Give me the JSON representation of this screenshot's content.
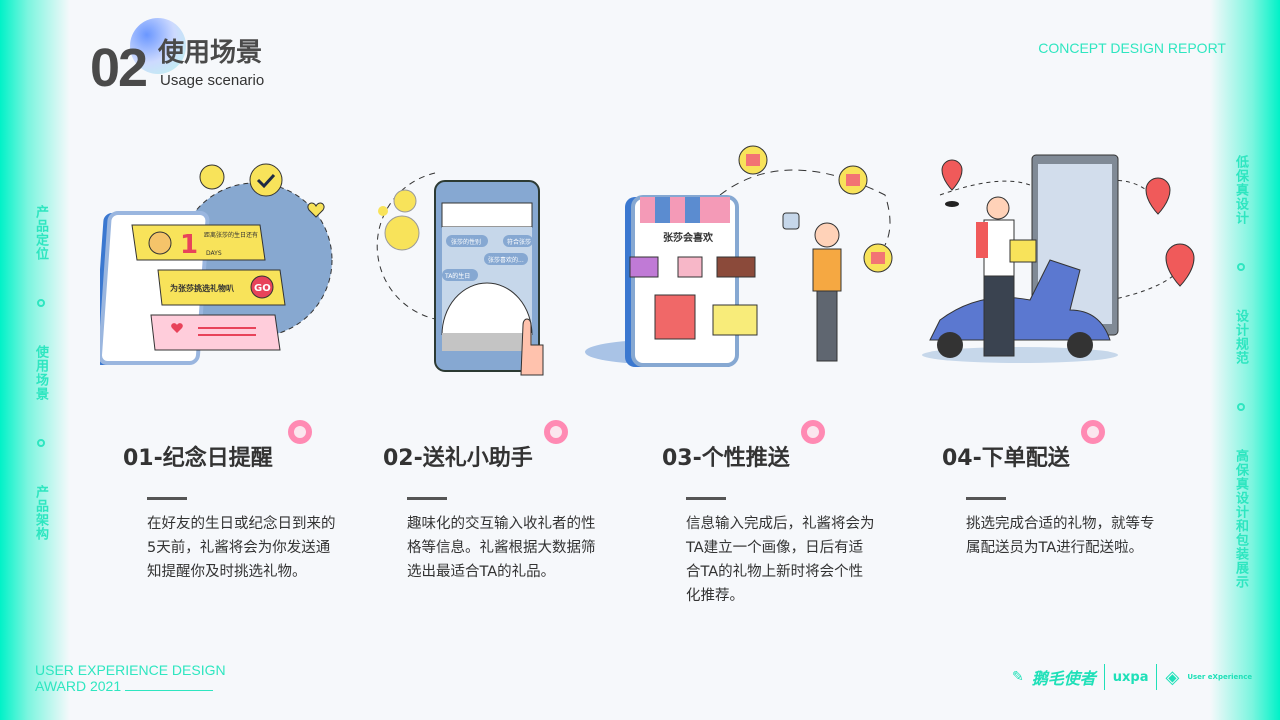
{
  "header": {
    "number": "02",
    "title": "使用场景",
    "subtitle": "Usage scenario",
    "report": "CONCEPT DESIGN REPORT"
  },
  "left_nav": [
    "产品定位",
    "使用场景",
    "产品架构"
  ],
  "right_nav": [
    "低保真设计",
    "设计规范",
    "高保真设计和包装展示"
  ],
  "footer": {
    "award_line1": "USER EXPERIENCE DESIGN",
    "award_line2": "AWARD 2021",
    "logos": [
      "鹅毛使者",
      "uxpa",
      "User eXperience"
    ]
  },
  "illustrations": {
    "reminder": {
      "countdown": "1",
      "text": "距离张莎的生日还有",
      "days": "DAYS",
      "pick": "为张莎挑选礼物叭",
      "go": "GO"
    },
    "assistant": {
      "chips": [
        "张莎的性别",
        "符合张莎",
        "张莎喜欢的...",
        "TA的生日"
      ]
    },
    "push": {
      "shop_title": "张莎会喜欢"
    }
  },
  "cards": [
    {
      "title": "01-纪念日提醒",
      "desc": "在好友的生日或纪念日到来的5天前，礼酱将会为你发送通知提醒你及时挑选礼物。"
    },
    {
      "title": "02-送礼小助手",
      "desc": "趣味化的交互输入收礼者的性格等信息。礼酱根据大数据筛选出最适合TA的礼品。"
    },
    {
      "title": "03-个性推送",
      "desc": "信息输入完成后，礼酱将会为TA建立一个画像，日后有适合TA的礼物上新时将会个性化推荐。"
    },
    {
      "title": "04-下单配送",
      "desc": "挑选完成合适的礼物，就等专属配送员为TA进行配送啦。"
    }
  ],
  "colors": {
    "accent": "#2ee6c0",
    "ring": "#ff8ab3",
    "text": "#333333"
  }
}
